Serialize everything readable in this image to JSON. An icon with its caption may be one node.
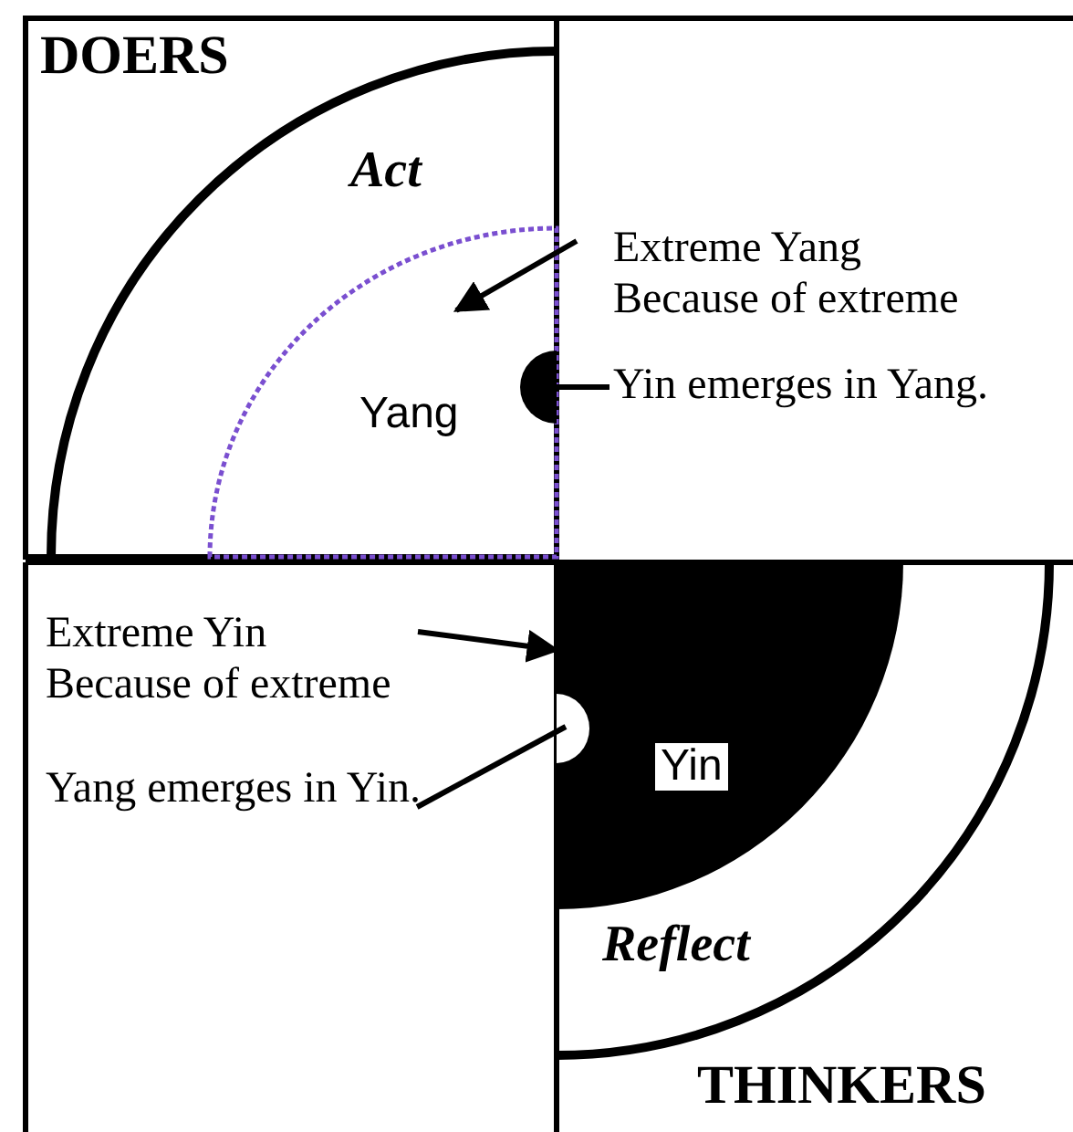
{
  "diagram": {
    "nodes": [
      {
        "text": [
          "Extreme Yang Because of extreme"
        ]
      },
      {
        "text": [
          "Yang"
        ]
      },
      {
        "text": [
          "Yin emerges in Yang."
        ]
      },
      {
        "text": [],
        "shape": "circle",
        "in": 1
      },
      {
        "text": [
          "Extreme Yin Because of extreme"
        ]
      },
      {
        "text": [
          "Yin"
        ]
      },
      {
        "text": [
          "Yang emerges in Yin."
        ]
      },
      {
        "text": [],
        "shape": "circle",
        "in": 5
      }
    ],
    "edges": [
      {
        "from": 0,
        "to": 1,
        "arrow": "to"
      },
      {
        "from": 2,
        "to": 3,
        "arrow": "none"
      },
      {
        "from": 4,
        "to": 5,
        "arrow": "to"
      },
      {
        "from": 6,
        "to": 7,
        "arrow": "none"
      }
    ],
    "labels": [
      "DOERS",
      "Act",
      "Reflect",
      "THINKERS"
    ]
  }
}
